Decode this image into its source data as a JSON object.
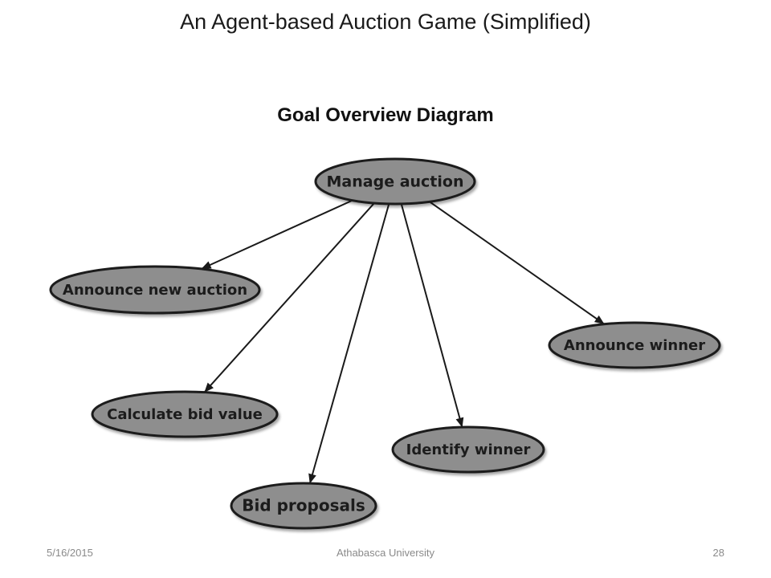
{
  "slide": {
    "title": "An Agent-based Auction Game (Simplified)",
    "heading": "Goal Overview Diagram"
  },
  "diagram": {
    "node_fill": "#8e8e8e",
    "node_stroke": "#1a1a1a",
    "edge_color": "#1a1a1a",
    "root": "Manage auction",
    "children": [
      "Announce new auction",
      "Calculate bid value",
      "Bid proposals",
      "Identify winner",
      "Announce winner"
    ]
  },
  "footer": {
    "date": "5/16/2015",
    "organization": "Athabasca University",
    "page": "28"
  }
}
